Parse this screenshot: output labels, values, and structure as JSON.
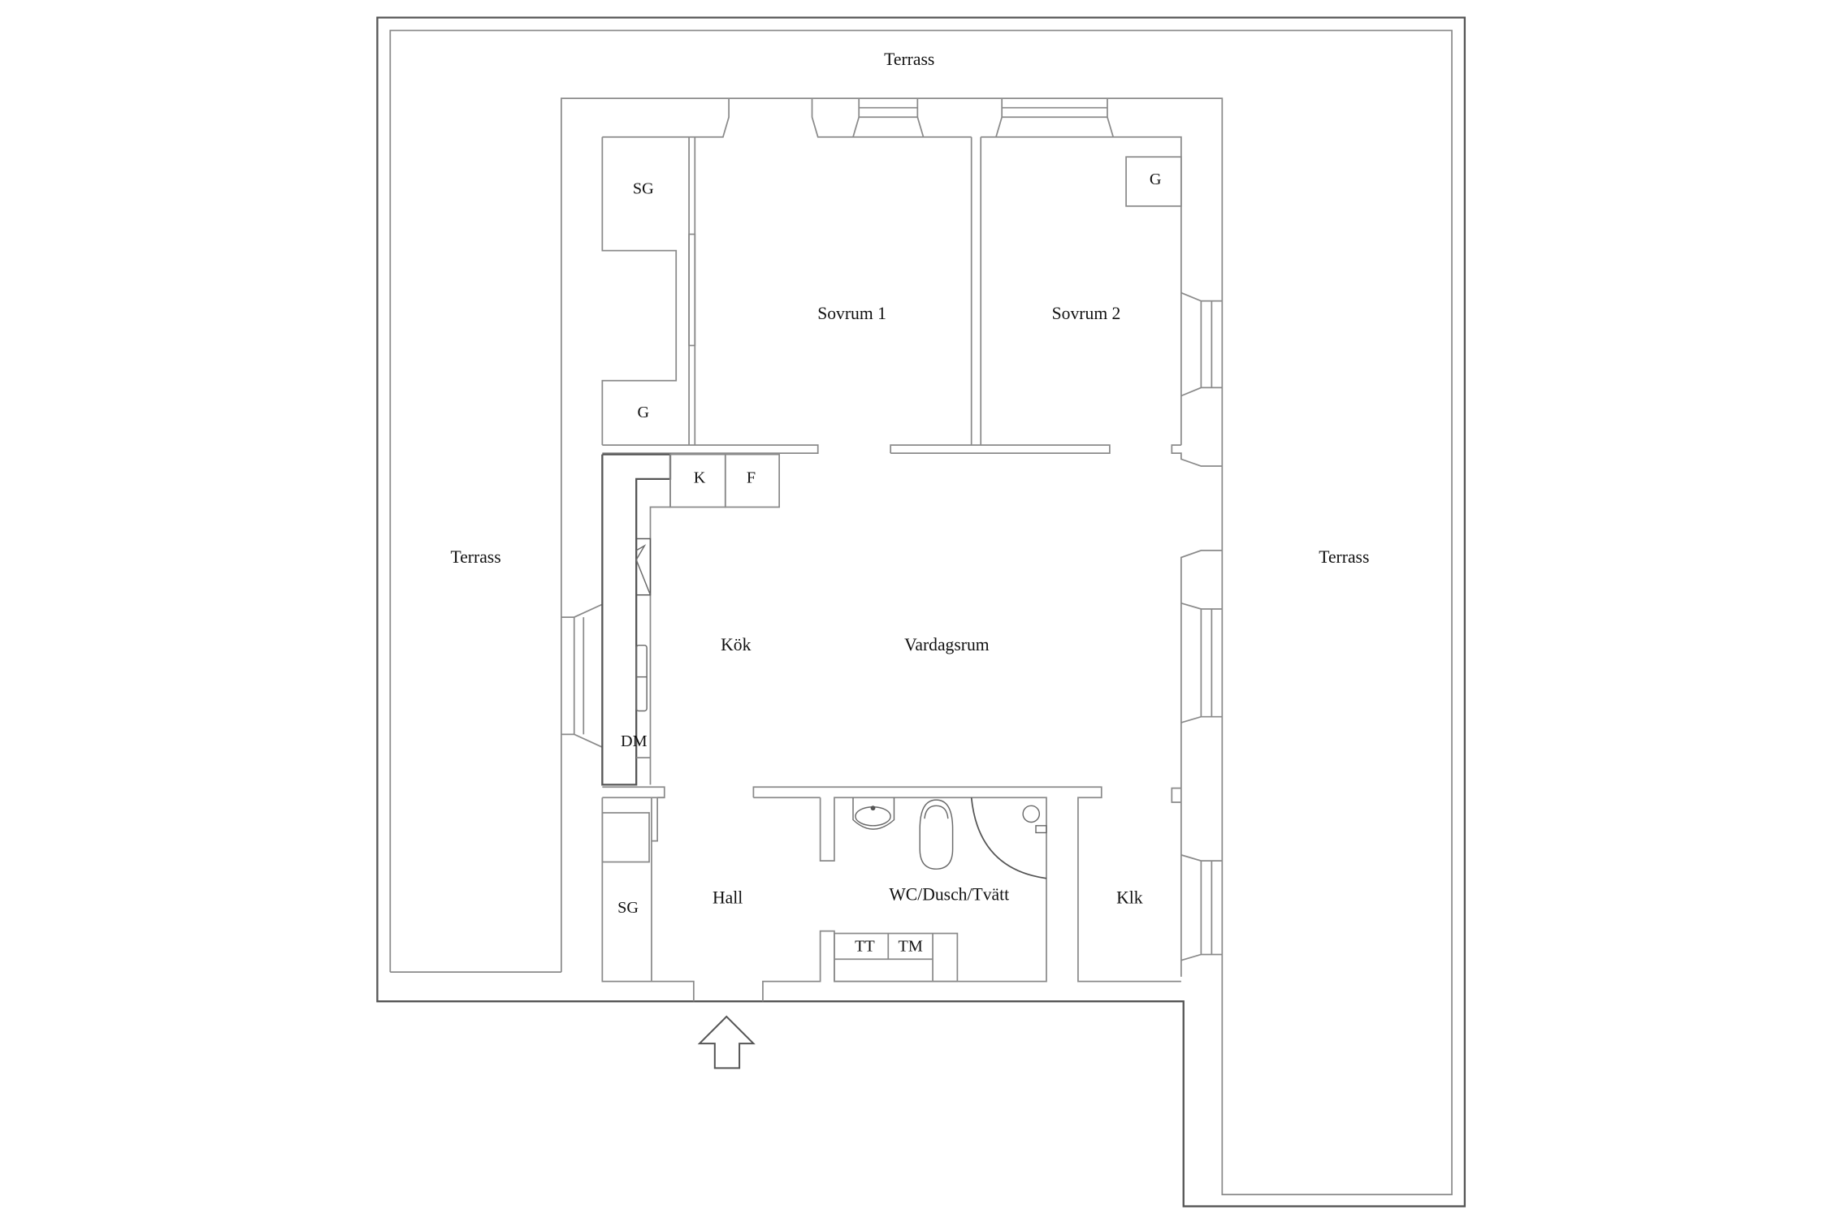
{
  "floorplan": {
    "rooms": {
      "terrace_top": "Terrass",
      "terrace_left": "Terrass",
      "terrace_right": "Terrass",
      "bedroom_1": "Sovrum 1",
      "bedroom_2": "Sovrum 2",
      "kitchen": "Kök",
      "living_room": "Vardagsrum",
      "hall": "Hall",
      "bathroom": "WC/Dusch/Tvätt",
      "walk_in_closet": "Klk"
    },
    "fixtures": {
      "wardrobe_shoes_top": "SG",
      "wardrobe_bed1": "G",
      "wardrobe_bed2": "G",
      "fridge": "K",
      "freezer": "F",
      "dishwasher": "DM",
      "wardrobe_hall": "SG",
      "dryer": "TT",
      "washer": "TM"
    },
    "entrance_icon": "arrow-up-icon",
    "colors": {
      "line": "#8a8a8a",
      "outer_wall": "#555555",
      "text": "#111111",
      "background": "#ffffff"
    }
  }
}
